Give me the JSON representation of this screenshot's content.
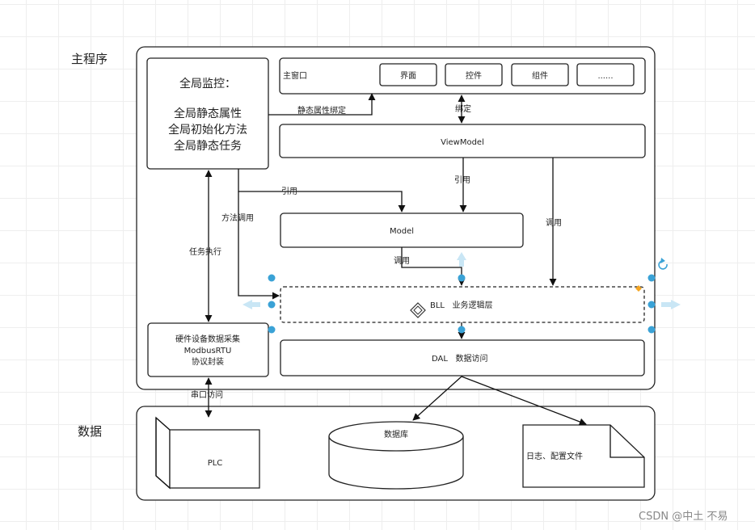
{
  "sections": {
    "main_program": "主程序",
    "data": "数据"
  },
  "global_monitor": {
    "title": "全局监控：",
    "line1": "全局静态属性",
    "line2": "全局初始化方法",
    "line3": "全局静态任务"
  },
  "main_window": {
    "label": "主窗口",
    "items": [
      "界面",
      "控件",
      "组件",
      "......"
    ]
  },
  "viewmodel": "ViewModel",
  "model": "Model",
  "bll": "BLL   业务逻辑层",
  "dal": "DAL   数据访问",
  "hardware": {
    "line1": "硬件设备数据采集",
    "line2": "ModbusRTU",
    "line3": "协议封装"
  },
  "data_items": {
    "plc": "PLC",
    "database": "数据库",
    "log_config": "日志、配置文件"
  },
  "edge_labels": {
    "static_binding": "静态属性绑定",
    "bind": "绑定",
    "ref_vm_model": "引用",
    "ref_monitor_model": "引用",
    "method_call": "方法调用",
    "call_vm_bll": "调用",
    "call_model_bll": "调用",
    "task_exec": "任务执行",
    "serial_access": "串口访问"
  },
  "colors": {
    "selection": "#3aa2d6",
    "selection_ghost": "#c9e6f5",
    "resize_corner": "#f5a623"
  },
  "watermark": "CSDN @中土 不易"
}
